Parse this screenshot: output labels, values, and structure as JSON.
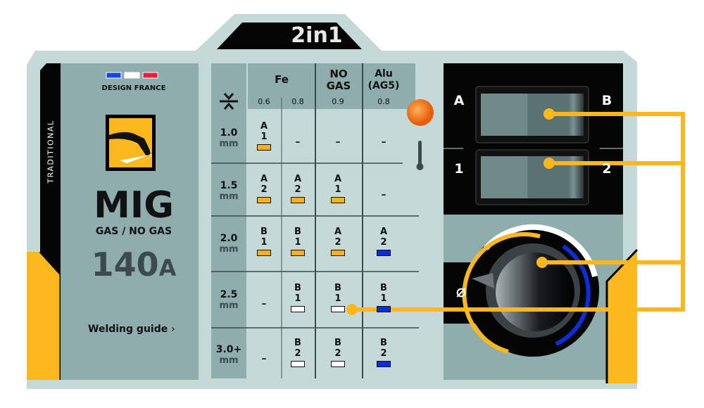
{
  "badge": "2in1",
  "left": {
    "flag_caption": "DESIGN FRANCE",
    "side_label": "TRADITIONAL",
    "process": "MIG",
    "subtitle": "GAS / NO GAS",
    "amperage": "140",
    "amperage_unit": "A",
    "guide_link": "Welding guide",
    "guide_icon": "chevron-right-icon"
  },
  "table": {
    "groups": [
      {
        "label": "Fe"
      },
      {
        "label": "NO GAS"
      },
      {
        "label": "Alu (AG5)"
      }
    ],
    "wire_sizes": [
      "0.6",
      "0.8",
      "0.9",
      "0.8"
    ],
    "thickness_icon": "thickness-icon",
    "rows": [
      {
        "thickness": "1.0",
        "unit": "mm",
        "cells": [
          {
            "range": "A",
            "step": "1",
            "color": "#f7b21b"
          },
          {
            "dash": "–"
          },
          {
            "dash": "–"
          },
          {
            "dash": "–"
          }
        ]
      },
      {
        "thickness": "1.5",
        "unit": "mm",
        "cells": [
          {
            "range": "A",
            "step": "2",
            "color": "#f7b21b"
          },
          {
            "range": "A",
            "step": "2",
            "color": "#f7b21b"
          },
          {
            "range": "A",
            "step": "1",
            "color": "#f7b21b"
          },
          {
            "dash": "–"
          }
        ]
      },
      {
        "thickness": "2.0",
        "unit": "mm",
        "cells": [
          {
            "range": "B",
            "step": "1",
            "color": "#f7b21b"
          },
          {
            "range": "B",
            "step": "1",
            "color": "#f7b21b"
          },
          {
            "range": "A",
            "step": "2",
            "color": "#f7b21b"
          },
          {
            "range": "A",
            "step": "2",
            "color": "#0a2fd8"
          }
        ]
      },
      {
        "thickness": "2.5",
        "unit": "mm",
        "cells": [
          {
            "dash": "–"
          },
          {
            "range": "B",
            "step": "1",
            "color": "#ffffff"
          },
          {
            "range": "B",
            "step": "1",
            "color": "#ffffff"
          },
          {
            "range": "B",
            "step": "1",
            "color": "#0a2fd8"
          }
        ]
      },
      {
        "thickness": "3.0+",
        "unit": "mm",
        "cells": [
          {
            "dash": "–"
          },
          {
            "range": "B",
            "step": "2",
            "color": "#ffffff"
          },
          {
            "range": "B",
            "step": "2",
            "color": "#ffffff"
          },
          {
            "range": "B",
            "step": "2",
            "color": "#0a2fd8"
          }
        ]
      }
    ]
  },
  "controls": {
    "switch_range": {
      "left": "A",
      "right": "B"
    },
    "switch_step": {
      "left": "1",
      "right": "2"
    },
    "knob_icon": "wire-diameter-icon",
    "led_icon": "thermal-led-icon",
    "thermometer_icon": "thermometer-icon"
  },
  "colors": {
    "accent": "#fbb81d",
    "panel": "#c5dad8",
    "panel_dark": "#8fadad",
    "blue": "#0a2fd8"
  }
}
